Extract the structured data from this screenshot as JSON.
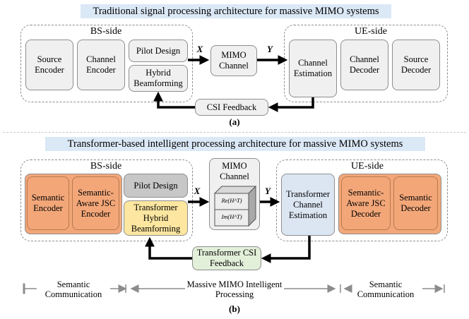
{
  "panel_a": {
    "title": "Traditional signal processing architecture for massive MIMO systems",
    "bs_label": "BS-side",
    "ue_label": "UE-side",
    "bs_blocks": [
      "Source Encoder",
      "Channel Encoder"
    ],
    "pilot_design": "Pilot Design",
    "beamforming": "Hybrid Beamforming",
    "mimo_channel": "MIMO Channel",
    "ue_blocks": [
      "Channel Estimation",
      "Channel Decoder",
      "Source Decoder"
    ],
    "feedback": "CSI Feedback",
    "x_label": "X",
    "y_label": "Y",
    "caption": "(a)"
  },
  "panel_b": {
    "title": "Transformer-based intelligent processing architecture for massive MIMO systems",
    "bs_label": "BS-side",
    "ue_label": "UE-side",
    "bs_blocks": [
      "Semantic Encoder",
      "Semantic-Aware JSC Encoder"
    ],
    "pilot_design": "Pilot Design",
    "beamforming": "Transformer Hybrid Beamforming",
    "mimo_channel": "MIMO Channel",
    "cube_re": "Re(H^T)",
    "cube_im": "Im(H^T)",
    "ce": "Transformer Channel Estimation",
    "ue_blocks": [
      "Semantic-Aware JSC Decoder",
      "Semantic Decoder"
    ],
    "feedback": "Transformer CSI Feedback",
    "x_label": "X",
    "y_label": "Y",
    "region_left": "Semantic Communication",
    "region_mid": "Massive MIMO Intelligent Processing",
    "region_right": "Semantic Communication",
    "caption": "(b)"
  }
}
